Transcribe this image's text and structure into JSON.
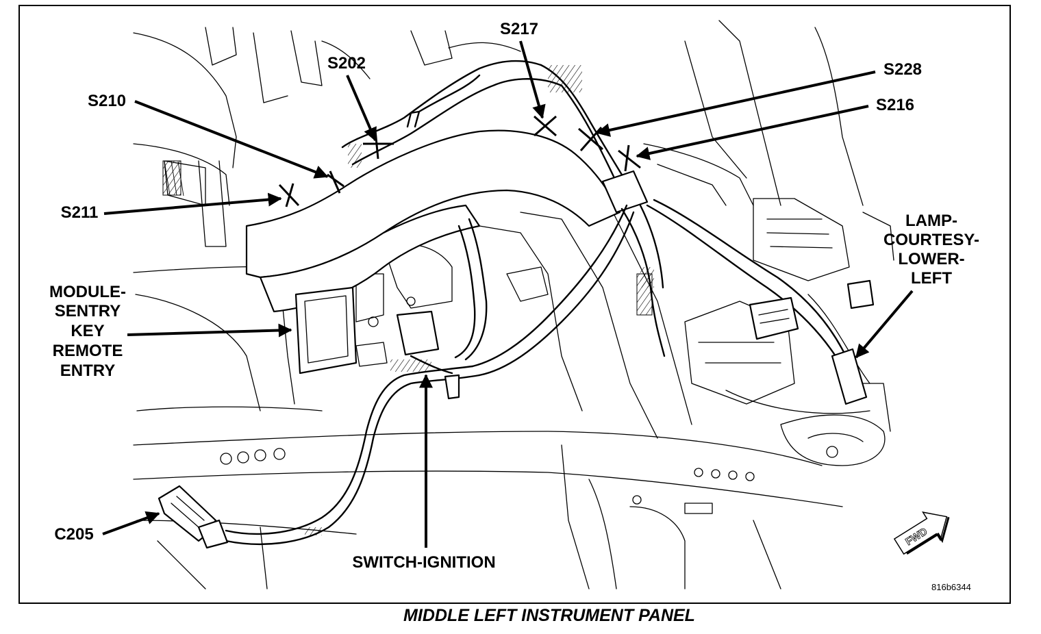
{
  "labels": {
    "s217": "S217",
    "s202": "S202",
    "s228": "S228",
    "s210": "S210",
    "s216": "S216",
    "s211": "S211",
    "lamp_line1": "LAMP-",
    "lamp_line2": "COURTESY-",
    "lamp_line3": "LOWER-",
    "lamp_line4": "LEFT",
    "module_line1": "MODULE-",
    "module_line2": "SENTRY",
    "module_line3": "KEY",
    "module_line4": "REMOTE",
    "module_line5": "ENTRY",
    "c205": "C205",
    "switch_ignition": "SWITCH-IGNITION"
  },
  "fwd_badge": "FWD",
  "figure_id": "816b6344",
  "caption": "MIDDLE LEFT INSTRUMENT PANEL"
}
